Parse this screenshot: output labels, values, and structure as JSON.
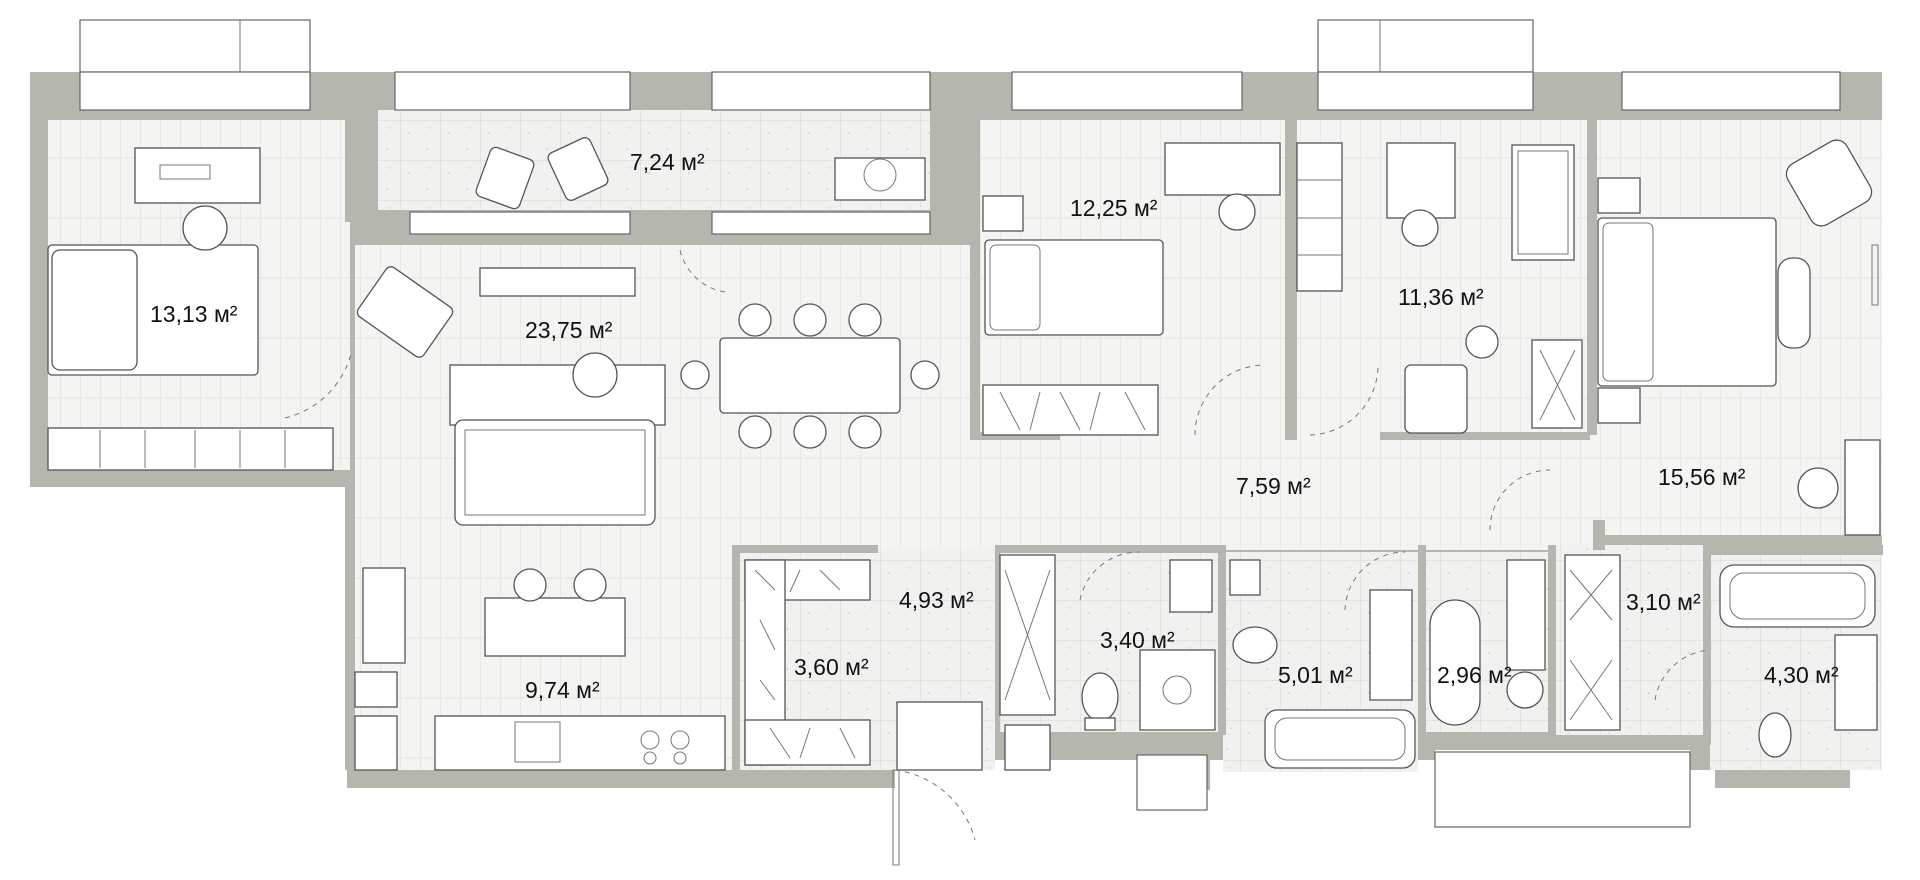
{
  "plan": {
    "rooms": [
      {
        "id": "bedroom-left",
        "area": "13,13 м²"
      },
      {
        "id": "balcony",
        "area": "7,24 м²"
      },
      {
        "id": "living-room",
        "area": "23,75 м²"
      },
      {
        "id": "bedroom-center",
        "area": "12,25 м²"
      },
      {
        "id": "bedroom-right-center",
        "area": "11,36 м²"
      },
      {
        "id": "hallway",
        "area": "7,59 м²"
      },
      {
        "id": "master-bedroom",
        "area": "15,56 м²"
      },
      {
        "id": "kitchen",
        "area": "9,74 м²"
      },
      {
        "id": "entry",
        "area": "4,93 м²"
      },
      {
        "id": "wardrobe",
        "area": "3,60 м²"
      },
      {
        "id": "toilet",
        "area": "3,40 м²"
      },
      {
        "id": "bathroom",
        "area": "5,01 м²"
      },
      {
        "id": "laundry",
        "area": "2,96 м²"
      },
      {
        "id": "closet",
        "area": "3,10 м²"
      },
      {
        "id": "master-bath",
        "area": "4,30 м²"
      }
    ]
  },
  "colors": {
    "wall": "#b5b6ae",
    "wood_floor": "#f4f4f2",
    "tile_floor": "#f1f1ef",
    "line": "#555555",
    "text": "#111111"
  }
}
